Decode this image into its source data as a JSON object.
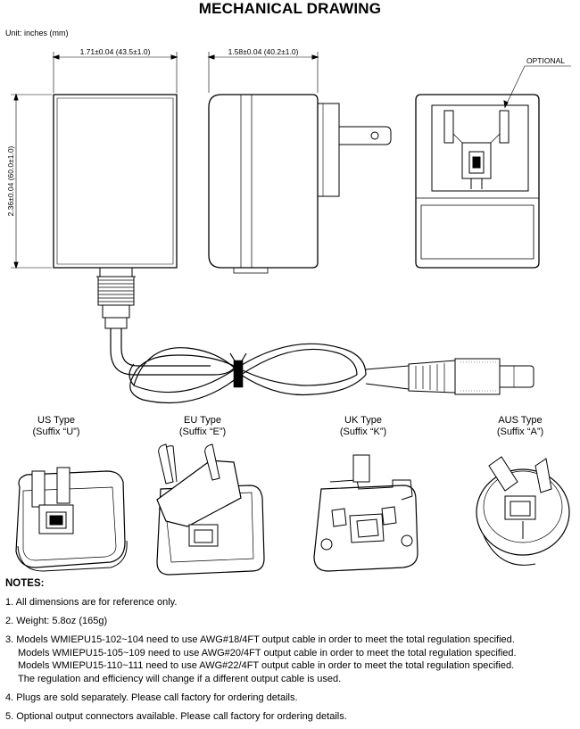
{
  "title": "MECHANICAL DRAWING",
  "unit": "Unit: inches (mm)",
  "dimensions": {
    "width": "1.71±0.04 (43.5±1.0)",
    "depth": "1.58±0.04 (40.2±1.0)",
    "height": "2.36±0.04 (60.0±1.0)"
  },
  "optional_label": "OPTIONAL",
  "plugs": [
    {
      "type": "US Type",
      "suffix": "(Suffix “U”)"
    },
    {
      "type": "EU Type",
      "suffix": "(Suffix “E”)"
    },
    {
      "type": "UK Type",
      "suffix": "(Suffix “K”)"
    },
    {
      "type": "AUS Type",
      "suffix": "(Suffix “A”)"
    }
  ],
  "notes_title": "NOTES:",
  "notes": {
    "n1": "1. All dimensions are for reference only.",
    "n2": "2. Weight: 5.8oz (165g)",
    "n3a": "3. Models WMIEPU15-102~104 need to use AWG#18/4FT output cable in order to meet the total regulation specified.",
    "n3b": "Models WMIEPU15-105~109 need to use AWG#20/4FT output cable in order to meet the total regulation specified.",
    "n3c": "Models WMIEPU15-110~111 need to use AWG#22/4FT output cable in order to meet the total regulation specified.",
    "n3d": "The regulation and efficiency will change if a different output cable is used.",
    "n4": "4. Plugs are sold separately. Please call factory for ordering details.",
    "n5": "5. Optional output connectors available. Please call factory for ordering details."
  }
}
